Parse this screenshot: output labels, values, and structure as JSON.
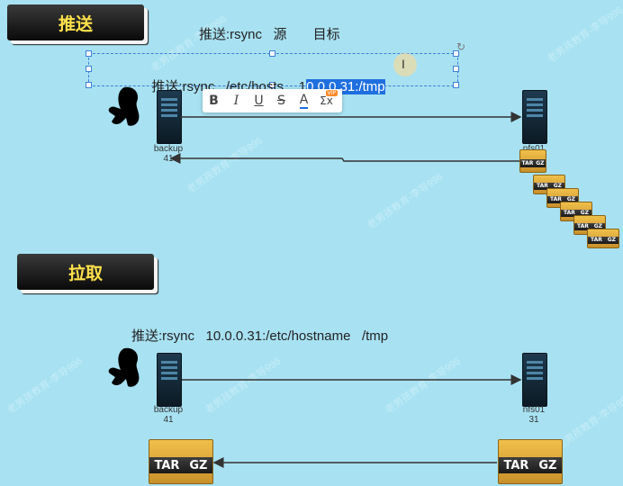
{
  "section_push": {
    "title": "推送",
    "header": "推送:rsync   源       目标"
  },
  "command_push": {
    "prefix": "推送:rsync   /etc/hosts    1",
    "selected": "0.0.0.31:/tmp"
  },
  "toolbar": {
    "bold": "B",
    "italic": "I",
    "underline": "U",
    "strike": "S",
    "color": "A",
    "formula": "Σx",
    "vip_badge": "VIP"
  },
  "servers_push": {
    "left": {
      "name": "backup",
      "id": "41"
    },
    "right": {
      "name": "nfs01"
    }
  },
  "section_pull": {
    "title": "拉取",
    "command": "推送:rsync   10.0.0.31:/etc/hostname   /tmp"
  },
  "servers_pull": {
    "left": {
      "name": "backup",
      "id": "41"
    },
    "right": {
      "name": "nfs01",
      "id": "31"
    }
  },
  "archive": {
    "left": "TAR",
    "right": "GZ"
  },
  "watermark": "老男孩教育-李导996"
}
